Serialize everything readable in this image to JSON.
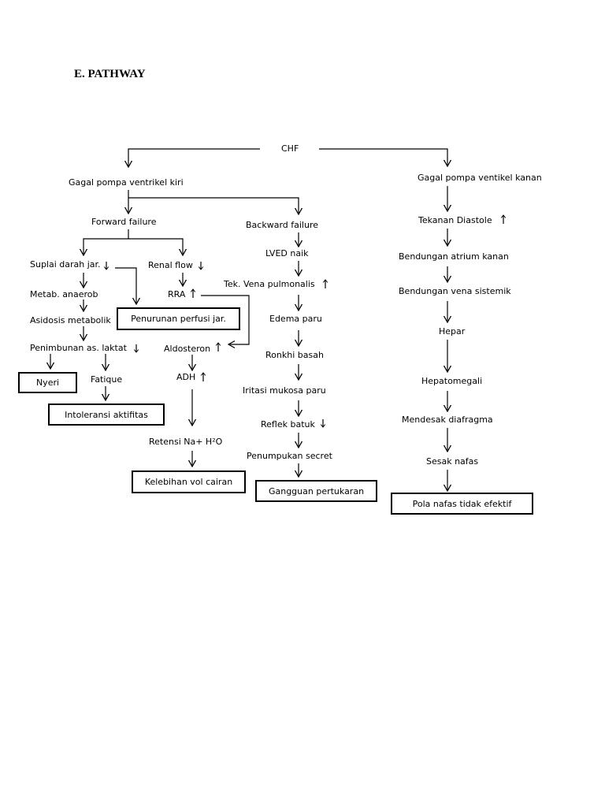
{
  "heading": "E. PATHWAY",
  "nodes": {
    "chf": "CHF",
    "gagal_kiri": "Gagal pompa ventrikel kiri",
    "gagal_kanan": "Gagal pompa ventikel kanan",
    "forward": "Forward failure",
    "backward": "Backward failure",
    "suplai": "Suplai darah jar.",
    "renal": "Renal flow",
    "lved": "LVED naik",
    "tek_vena": "Tek. Vena pulmonalis",
    "metab": "Metab. anaerob",
    "rra": "RRA",
    "asidosis": "Asidosis metabolik",
    "edema": "Edema paru",
    "penimbunan": "Penimbunan as. laktat",
    "aldosteron": "Aldosteron",
    "ronkhi": "Ronkhi basah",
    "fatique": "Fatique",
    "adh": "ADH",
    "iritasi": "Iritasi mukosa paru",
    "reflek": "Reflek batuk",
    "retensi": "Retensi Na+ H²O",
    "penumpukan": "Penumpukan secret",
    "tekanan_diastole": "Tekanan Diastole",
    "bendungan_atrium": "Bendungan atrium kanan",
    "bendungan_vena": "Bendungan vena sistemik",
    "hepar": "Hepar",
    "hepatomegali": "Hepatomegali",
    "mendesak": "Mendesak diafragma",
    "sesak": "Sesak nafas"
  },
  "boxes": {
    "penurunan": "Penurunan perfusi jar.",
    "nyeri": "Nyeri",
    "intoleransi": "Intoleransi aktifitas",
    "kelebihan": "Kelebihan vol cairan",
    "gangguan": "Gangguan pertukaran",
    "pola": "Pola nafas tidak efektif"
  }
}
